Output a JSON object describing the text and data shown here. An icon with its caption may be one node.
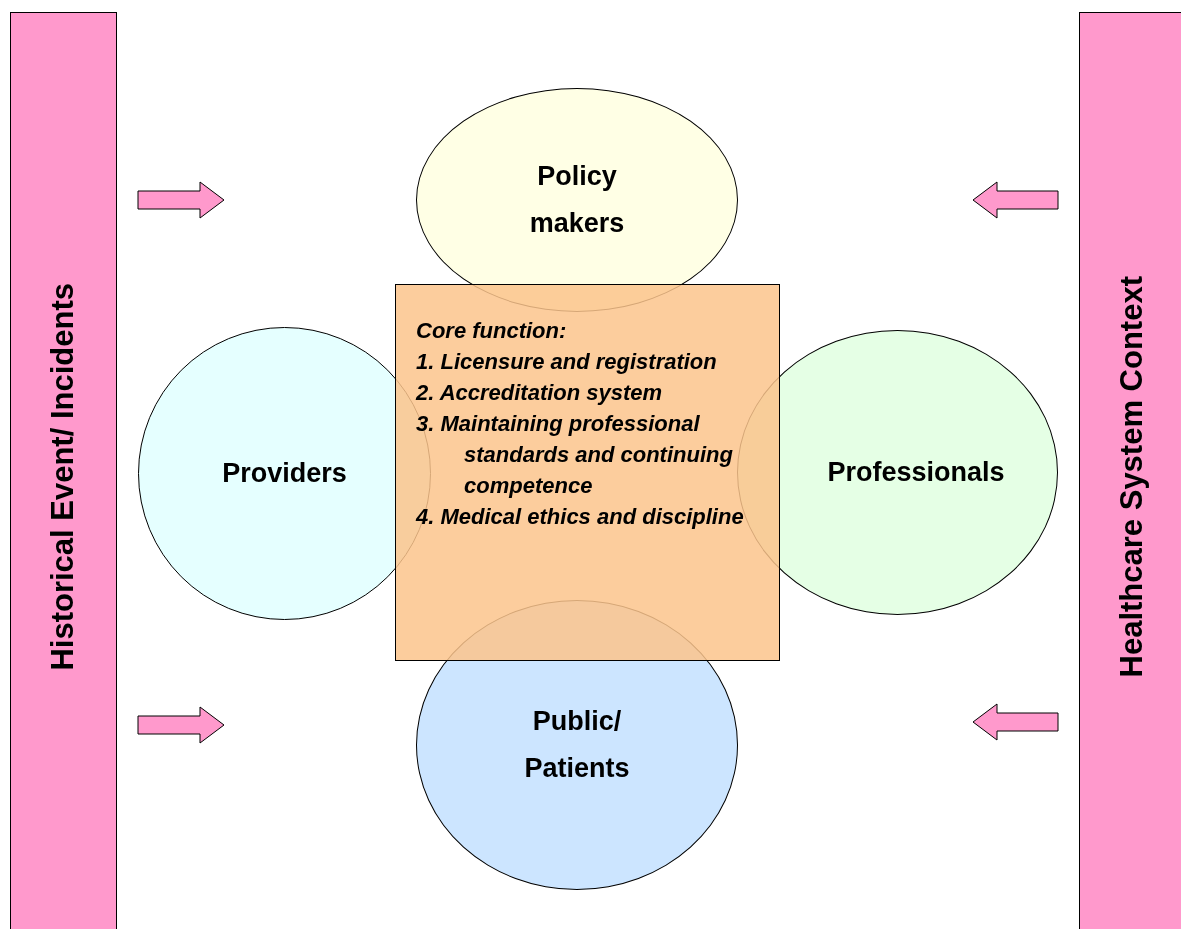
{
  "diagram": {
    "nodes": [
      {
        "text": [
          "Historical Event/ Incidents"
        ]
      },
      {
        "text": [
          "Healthcare System Context"
        ]
      },
      {
        "text": [
          "Policy makers"
        ]
      },
      {
        "text": [
          "Providers"
        ]
      },
      {
        "text": [
          "Professionals"
        ]
      },
      {
        "text": [
          "Public/ Patients"
        ]
      },
      {
        "text": [
          "Core function:",
          "1. Licensure and registration",
          "2. Accreditation system",
          "3. Maintaining professional standards and continuing competence",
          "4. Medical ethics and discipline"
        ]
      }
    ],
    "edges": [
      {
        "from": 0,
        "to": null,
        "arrow": "to"
      },
      {
        "from": 0,
        "to": null,
        "arrow": "to"
      },
      {
        "from": 1,
        "to": null,
        "arrow": "to"
      },
      {
        "from": 1,
        "to": null,
        "arrow": "to"
      }
    ]
  }
}
